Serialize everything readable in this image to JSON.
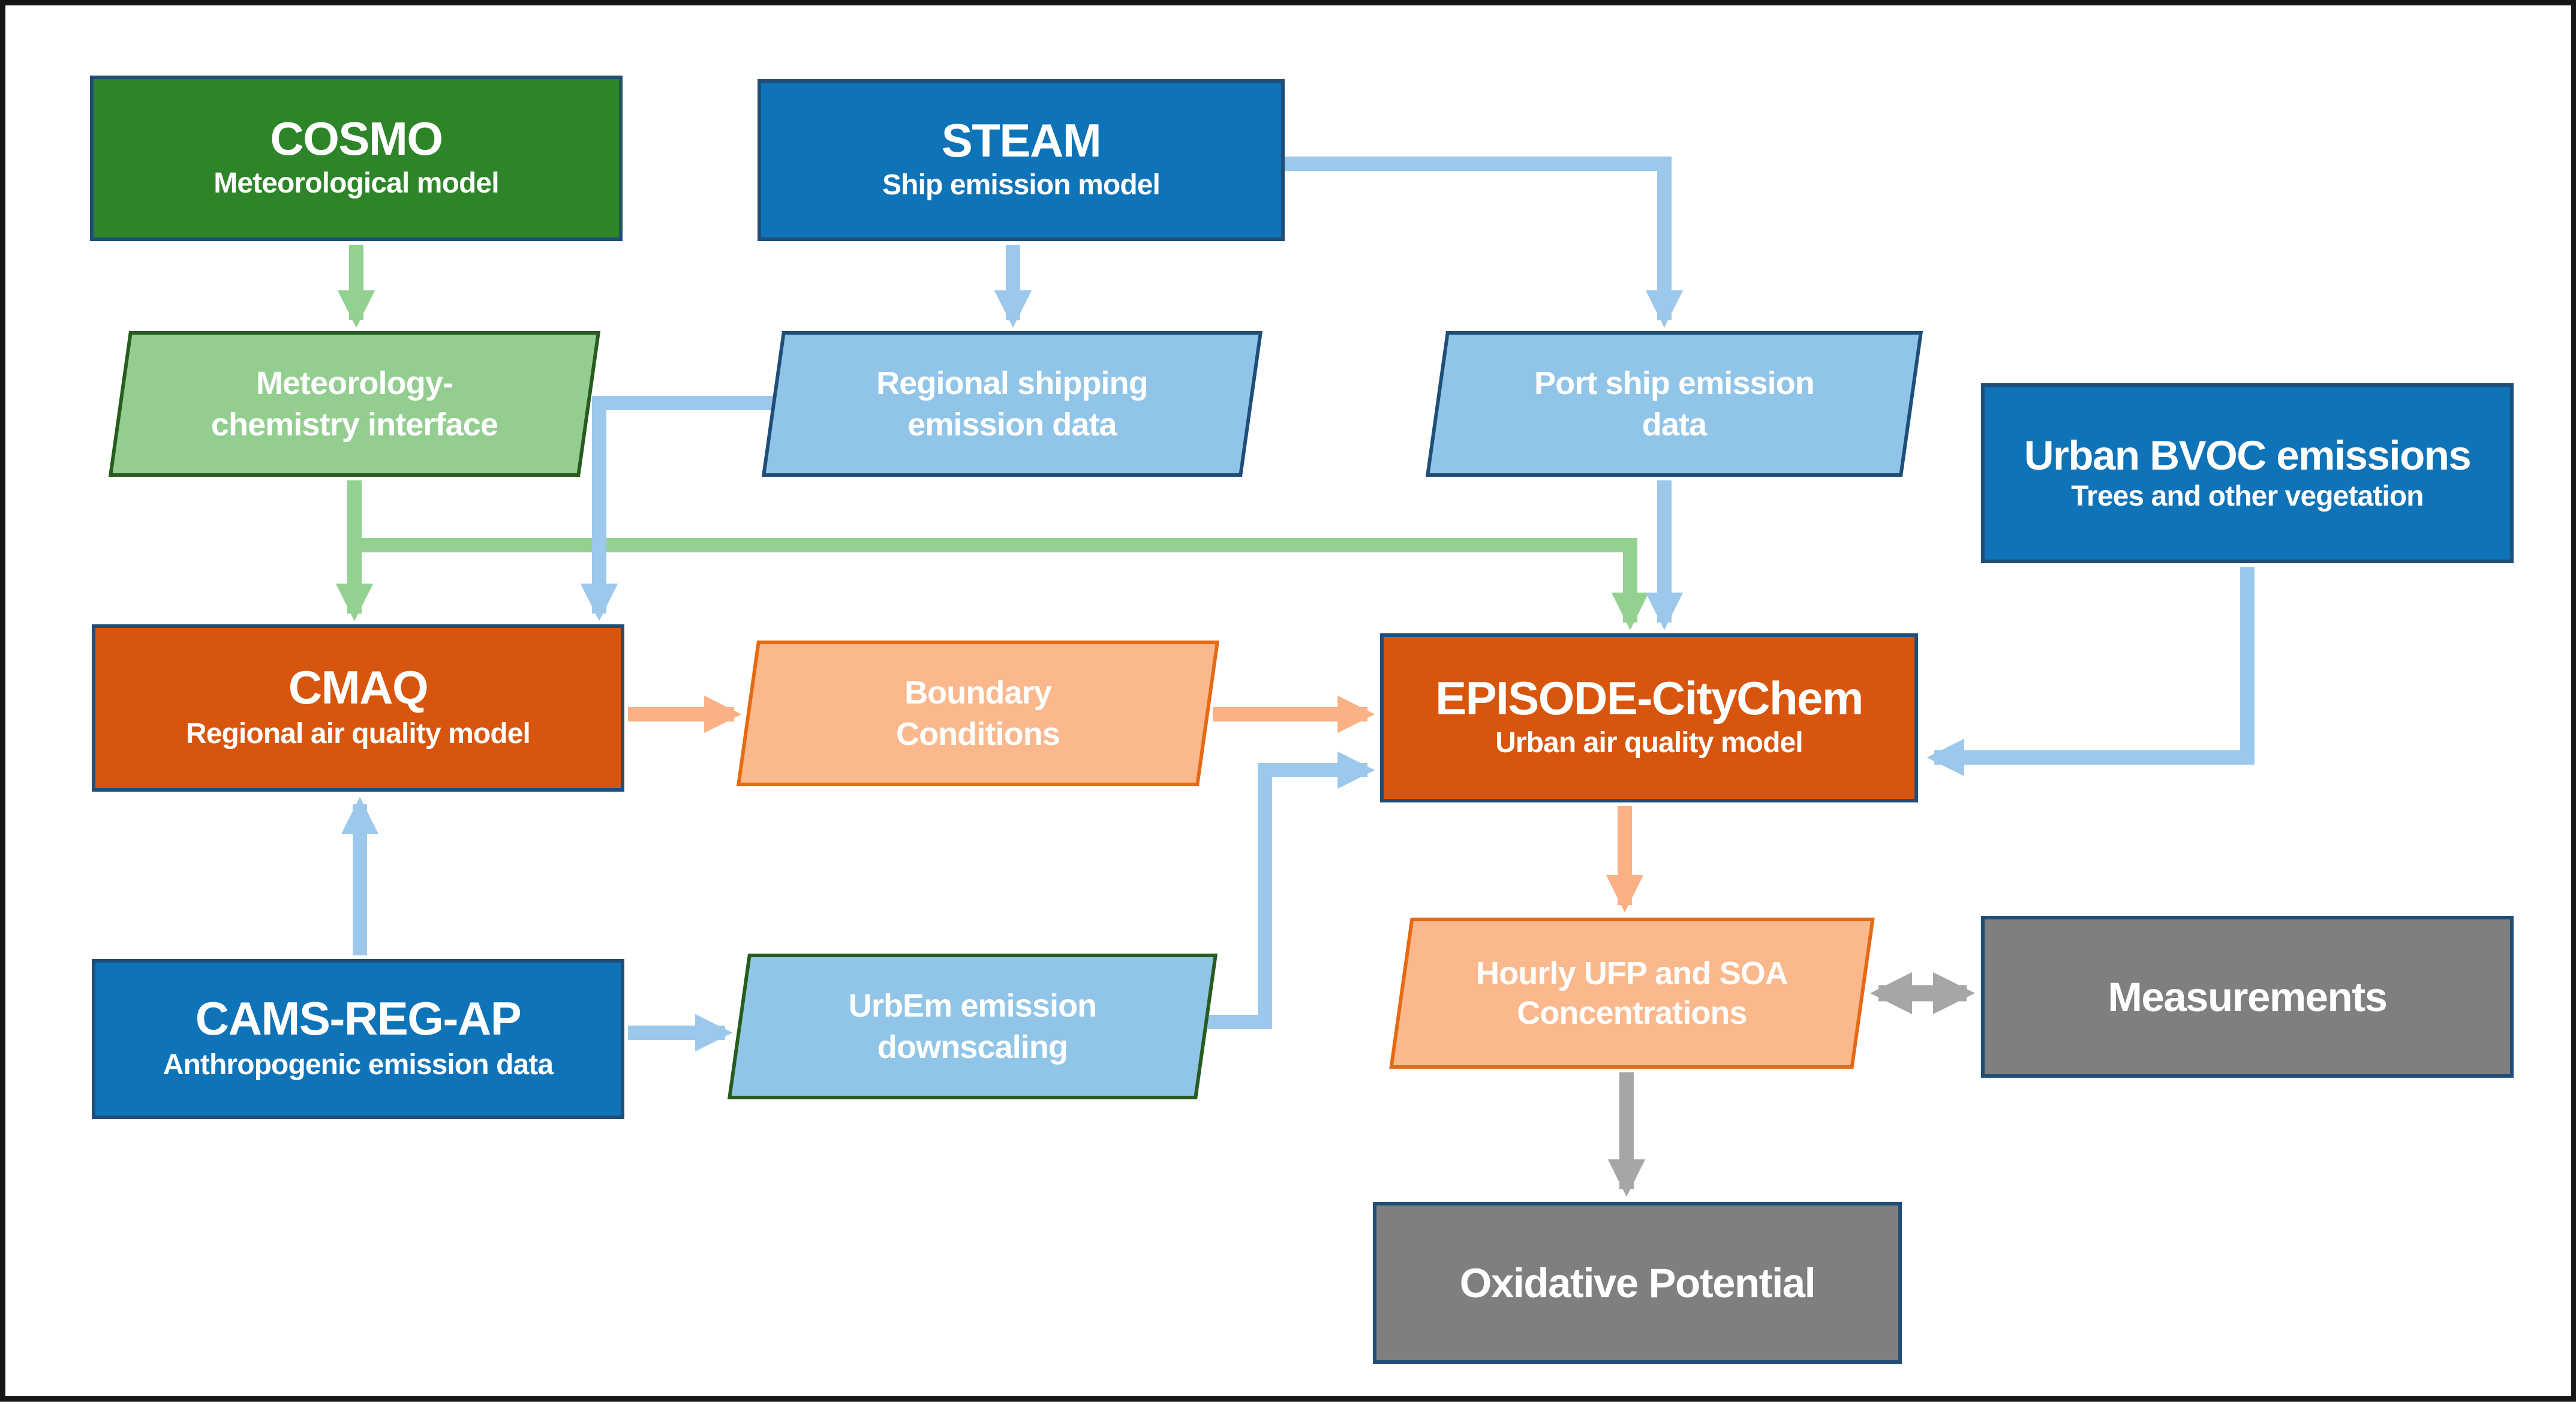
{
  "diagram": {
    "type": "flowchart",
    "nodes": {
      "cosmo": {
        "title": "COSMO",
        "subtitle": "Meteorological model"
      },
      "steam": {
        "title": "STEAM",
        "subtitle": "Ship emission model"
      },
      "metchem": {
        "label": "Meteorology-\nchemistry interface"
      },
      "regional_shipping": {
        "label": "Regional shipping\nemission data"
      },
      "port_ship": {
        "label": "Port ship emission\ndata"
      },
      "urban_bvoc": {
        "title": "Urban BVOC emissions",
        "subtitle": "Trees and other vegetation"
      },
      "cmaq": {
        "title": "CMAQ",
        "subtitle": "Regional air quality model"
      },
      "boundary": {
        "label": "Boundary\nConditions"
      },
      "episode": {
        "title": "EPISODE-CityChem",
        "subtitle": "Urban air quality model"
      },
      "cams": {
        "title": "CAMS-REG-AP",
        "subtitle": "Anthropogenic emission data"
      },
      "urbem": {
        "label": "UrbEm emission\ndownscaling"
      },
      "hourly": {
        "label": "Hourly UFP and SOA\nConcentrations"
      },
      "measurements": {
        "label": "Measurements"
      },
      "oxidative": {
        "label": "Oxidative Potential"
      }
    },
    "edges": [
      {
        "from": "COSMO",
        "to": "Meteorology-chemistry interface",
        "color": "green"
      },
      {
        "from": "STEAM",
        "to": "Regional shipping emission data",
        "color": "blue"
      },
      {
        "from": "STEAM",
        "to": "Port ship emission data",
        "color": "blue"
      },
      {
        "from": "Meteorology-chemistry interface",
        "to": "CMAQ",
        "color": "green"
      },
      {
        "from": "Meteorology-chemistry interface",
        "to": "EPISODE-CityChem",
        "color": "green"
      },
      {
        "from": "Regional shipping emission data",
        "to": "CMAQ",
        "color": "blue"
      },
      {
        "from": "Port ship emission data",
        "to": "EPISODE-CityChem",
        "color": "blue"
      },
      {
        "from": "Urban BVOC emissions",
        "to": "EPISODE-CityChem",
        "color": "blue"
      },
      {
        "from": "CMAQ",
        "to": "Boundary Conditions",
        "color": "orange"
      },
      {
        "from": "Boundary Conditions",
        "to": "EPISODE-CityChem",
        "color": "orange"
      },
      {
        "from": "CAMS-REG-AP",
        "to": "CMAQ",
        "color": "blue"
      },
      {
        "from": "CAMS-REG-AP",
        "to": "UrbEm emission downscaling",
        "color": "blue"
      },
      {
        "from": "UrbEm emission downscaling",
        "to": "EPISODE-CityChem",
        "color": "blue"
      },
      {
        "from": "EPISODE-CityChem",
        "to": "Hourly UFP and SOA Concentrations",
        "color": "orange"
      },
      {
        "from": "Hourly UFP and SOA Concentrations",
        "to": "Measurements",
        "color": "gray",
        "bidirectional": true
      },
      {
        "from": "Hourly UFP and SOA Concentrations",
        "to": "Oxidative Potential",
        "color": "gray"
      }
    ],
    "colors": {
      "dark_green_fill": "#2e8429",
      "light_green_fill": "#93ce90",
      "dark_green_border": "#275c1e",
      "dark_blue_fill": "#0f73b8",
      "light_blue_fill": "#91c5e8",
      "navy_border": "#1f4e79",
      "dark_orange_fill": "#d8550d",
      "light_orange_fill": "#fbb88c",
      "orange_border": "#e66a14",
      "gray_fill": "#7f7f7f",
      "green_arrow": "#92d190",
      "blue_arrow": "#9cc8ec",
      "orange_arrow": "#fbb183",
      "gray_arrow": "#a6a6a6",
      "frame": "#161616",
      "background": "#ffffff"
    }
  }
}
